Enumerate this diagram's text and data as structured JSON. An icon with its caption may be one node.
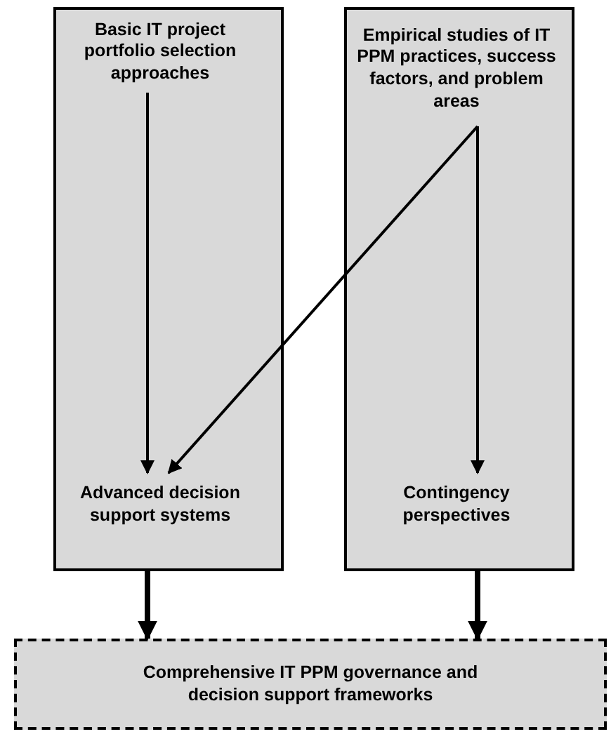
{
  "diagram": {
    "nodes": [
      {
        "text": [],
        "shape": "box"
      },
      {
        "text": [
          "Basic IT project portfolio selection approaches"
        ],
        "in": 0
      },
      {
        "text": [
          "Advanced decision support systems"
        ],
        "in": 0
      },
      {
        "text": [],
        "shape": "box"
      },
      {
        "text": [
          "Empirical studies of IT PPM practices, success factors, and problem areas"
        ],
        "in": 3
      },
      {
        "text": [
          "Contingency perspectives"
        ],
        "in": 3
      },
      {
        "text": [
          "Comprehensive IT PPM governance and decision support frameworks"
        ]
      }
    ],
    "edges": [
      {
        "from": 1,
        "to": 2,
        "arrow": "to"
      },
      {
        "from": 4,
        "to": 5,
        "arrow": "to"
      },
      {
        "from": 4,
        "to": 2,
        "arrow": "to"
      },
      {
        "from": 0,
        "to": 6,
        "arrow": "to",
        "style": "thick"
      },
      {
        "from": 3,
        "to": 6,
        "arrow": "to",
        "style": "thick"
      }
    ]
  }
}
